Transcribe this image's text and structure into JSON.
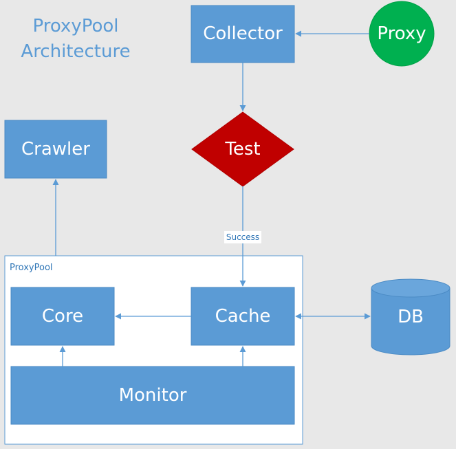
{
  "title": {
    "line1": "ProxyPool",
    "line2": "Architecture"
  },
  "nodes": {
    "collector": "Collector",
    "proxy": "Proxy",
    "test": "Test",
    "crawler": "Crawler",
    "core": "Core",
    "cache": "Cache",
    "monitor": "Monitor",
    "db": "DB"
  },
  "container": {
    "label": "ProxyPool"
  },
  "edges": {
    "success_label": "Success"
  },
  "colors": {
    "box_fill": "#5b9bd5",
    "proxy_fill": "#00b050",
    "test_fill": "#c00000",
    "arrow": "#5b9bd5",
    "background": "#e8e8e8"
  }
}
